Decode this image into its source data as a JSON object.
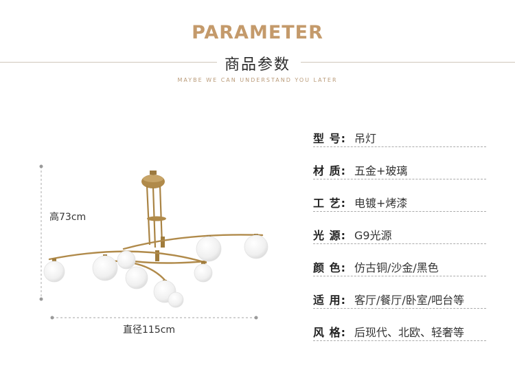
{
  "header": {
    "title": "PARAMETER",
    "subtitle": "商品参数",
    "tagline": "MAYBE WE CAN UNDERSTAND YOU LATER"
  },
  "dimensions": {
    "height": "高73cm",
    "diameter": "直径115cm"
  },
  "params": [
    {
      "label": "型  号:",
      "value": "吊灯"
    },
    {
      "label": "材  质:",
      "value": "五金+玻璃"
    },
    {
      "label": "工  艺:",
      "value": "电镀+烤漆"
    },
    {
      "label": "光  源:",
      "value": "G9光源"
    },
    {
      "label": "颜  色:",
      "value": "仿古铜/沙金/黑色"
    },
    {
      "label": "适  用:",
      "value": "客厅/餐厅/卧室/吧台等"
    },
    {
      "label": "风  格:",
      "value": "后现代、北欧、轻奢等"
    }
  ],
  "colors": {
    "accent": "#c49a6b",
    "brass": "#b08a4a",
    "globe": "#f1f1f1"
  }
}
